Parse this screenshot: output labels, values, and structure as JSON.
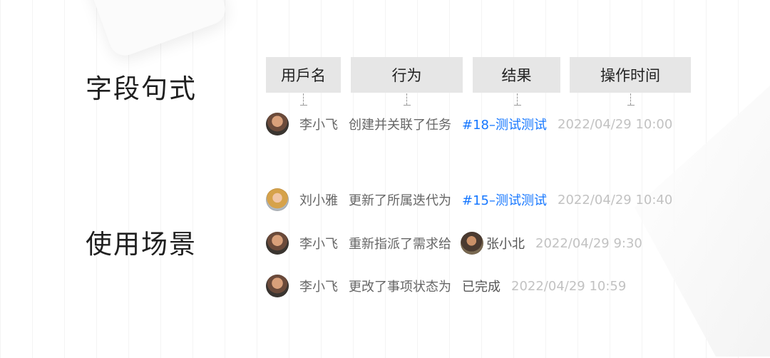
{
  "headings": {
    "pattern": "字段句式",
    "usage": "使用场景"
  },
  "columns": [
    "用戶名",
    "行为",
    "结果",
    "操作时间"
  ],
  "example_row": {
    "user": "李小飞",
    "action": "创建并关联了任务",
    "result": "#18–测试测试",
    "time": "2022/04/29 10:00"
  },
  "usage_rows": [
    {
      "user": "刘小雅",
      "action": "更新了所属迭代为",
      "result": "#15–测试测试",
      "time": "2022/04/29 10:40"
    },
    {
      "user": "李小飞",
      "action": "重新指派了需求给",
      "assignee": "张小北",
      "time": "2022/04/29 9:30"
    },
    {
      "user": "李小飞",
      "action": "更改了事项状态为",
      "result": "已完成",
      "time": "2022/04/29 10:59"
    }
  ],
  "colors": {
    "header_bg": "#e6e6e6",
    "link": "#1677ff",
    "muted_text": "#666666",
    "time_text": "#c2c2c2"
  }
}
